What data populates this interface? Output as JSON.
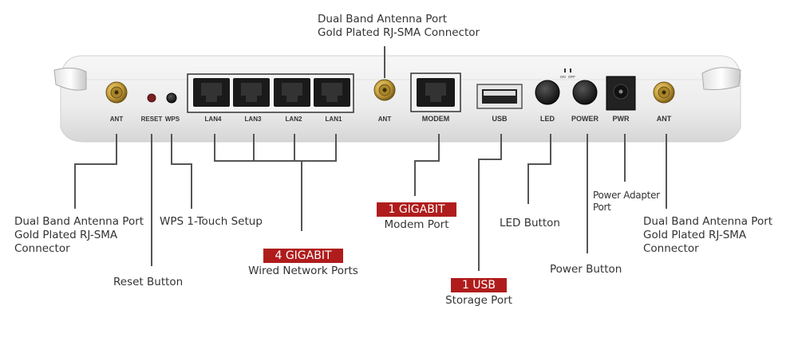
{
  "colors": {
    "accent": "#b01c1c",
    "leader": "#555555",
    "body": "#eeeeee",
    "gold": "#c9a23e"
  },
  "ports": {
    "ant_left": "ANT",
    "reset": "RESET",
    "wps": "WPS",
    "lan4": "LAN4",
    "lan3": "LAN3",
    "lan2": "LAN2",
    "lan1": "LAN1",
    "ant_mid": "ANT",
    "modem": "MODEM",
    "usb": "USB",
    "led": "LED",
    "power": "POWER",
    "pwr": "PWR",
    "ant_right": "ANT",
    "on": "ON",
    "off": "OFF"
  },
  "callouts": {
    "top_antenna": {
      "line1": "Dual Band Antenna Port",
      "line2": "Gold Plated RJ-SMA Connector"
    },
    "left_antenna": {
      "line1": "Dual Band Antenna Port",
      "line2": "Gold Plated RJ-SMA",
      "line3": "Connector"
    },
    "reset": {
      "line1": "Reset Button"
    },
    "wps": {
      "line1": "WPS 1-Touch Setup"
    },
    "lan": {
      "tag": "4 GIGABIT",
      "line1": "Wired Network Ports"
    },
    "modem": {
      "tag": "1 GIGABIT",
      "line1": "Modem Port"
    },
    "usb": {
      "tag": "1 USB",
      "line1": "Storage Port"
    },
    "led": {
      "line1": "LED Button"
    },
    "power": {
      "line1": "Power Button"
    },
    "power_adapter": {
      "line1": "Power Adapter",
      "line2": "Port"
    },
    "right_antenna": {
      "line1": "Dual Band Antenna Port",
      "line2": "Gold Plated RJ-SMA",
      "line3": "Connector"
    }
  }
}
